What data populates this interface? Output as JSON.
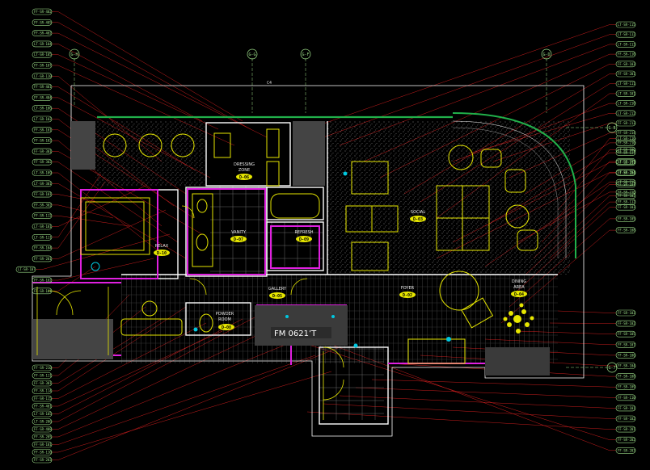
{
  "drawing": {
    "watermark": "FM 0621’T",
    "top_dimension": "C4",
    "grid_labels_top": [
      "G-H",
      "G-G",
      "G-F",
      "G-D"
    ],
    "grid_labels_right": [
      "G-B",
      "G-7"
    ]
  },
  "rooms": [
    {
      "name": "DRESSING",
      "sub": "ZONE",
      "code": "D-06"
    },
    {
      "name": "RELAX",
      "sub": "",
      "code": "D-10"
    },
    {
      "name": "VANITY",
      "sub": "",
      "code": "D-07"
    },
    {
      "name": "REFRESH",
      "sub": "",
      "code": "D-09"
    },
    {
      "name": "SOCIAL",
      "sub": "",
      "code": "D-03"
    },
    {
      "name": "GALLERY",
      "sub": "",
      "code": "D-05"
    },
    {
      "name": "FOYER",
      "sub": "",
      "code": "D-02"
    },
    {
      "name": "DINING",
      "sub": "AREA",
      "code": "D-04"
    },
    {
      "name": "POWDER",
      "sub": "ROOM",
      "code": "D-08"
    }
  ],
  "tags_left": [
    "FF-SR-402",
    "FF-SR-405",
    "FF-SR-402",
    "LT-SR-104",
    "LT-SR-105",
    "FF-SR-107",
    "LT-SR-110",
    "FF-SR-401",
    "FF-SR-404",
    "LT-SR-106",
    "LT-SR-102",
    "FF-SR-101",
    "FF-SR-102",
    "FF-SR-301",
    "FF-SR-302",
    "LT-SR-109",
    "LT-SR-301",
    "FF-SR-101",
    "FF-SR-302",
    "FF-SR-112",
    "LT-SR-101",
    "LT-SR-111",
    "FF-SR-104",
    "FF-SR-201",
    "LT-SR-107",
    "FF-SR-102",
    "FF-SR-101"
  ],
  "tags_left_bottom": [
    "FF-SR-210",
    "FF-SR-111",
    "FF-SR-301",
    "FF-SR-114",
    "FF-SR-115",
    "FF-SR-401",
    "LT-SR-105",
    "LT-SR-206",
    "FF-SR-408",
    "FF-SR-205",
    "FF-SR-101",
    "FF-SR-110",
    "FF-SR-203"
  ],
  "tags_right": [
    "LT-SR-115",
    "LT-SR-112",
    "LT-SR-113",
    "FF-SR-110",
    "FF-SR-103",
    "FF-SR-201",
    "LT-SR-111",
    "LT-SR-101",
    "LT-SR-210",
    "LT-SR-212",
    "FF-SR-213",
    "FF-SR-214",
    "FF-SR-210",
    "FF-SR-111",
    "FF-SR-211",
    "FF-SR-204",
    "LT-SR-215",
    "FF-SR-216",
    "FF-SR-112"
  ],
  "tags_right_mid": [
    "LT-SR-116",
    "LT-SR-106",
    "LT-SR-105",
    "LT-SR-104",
    "FF-SR-101",
    "FF-SR-102",
    "FF-SR-103",
    "FF-SR-105",
    "FF-SR-108"
  ],
  "tags_right_bottom": [
    "FF-SR-103",
    "FF-SR-102",
    "FF-SR-105",
    "FF-SR-107",
    "FF-SR-106",
    "FF-SR-104",
    "FF-SR-108",
    "FF-SR-109",
    "FF-SR-110",
    "FF-SR-101",
    "FF-SR-102",
    "FF-SR-201",
    "FF-SR-202",
    "FF-SR-203"
  ],
  "colors": {
    "background": "#000000",
    "wall": "#ffffff",
    "furniture": "#e6e600",
    "magenta": "#e020e0",
    "leader": "#e02020",
    "tag_text": "#9ee08a",
    "glazing": "#21b04a",
    "cyan": "#00c8e0",
    "floor": "#bfbfbf"
  }
}
